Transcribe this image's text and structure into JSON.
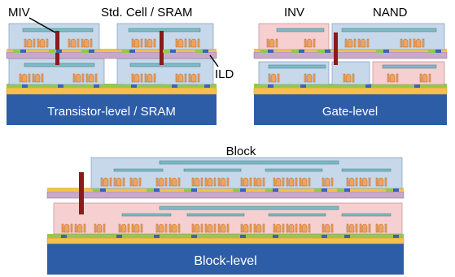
{
  "labels": {
    "miv": "MIV",
    "std_cell_sram": "Std. Cell / SRAM",
    "ild": "ILD",
    "inv": "INV",
    "nand": "NAND",
    "block": "Block"
  },
  "panels": {
    "transistor_level": "Transistor-level / SRAM",
    "gate_level": "Gate-level",
    "block_level": "Block-level"
  },
  "colors": {
    "substrate": "#2e5da8",
    "ild_layer": "#c9a9c9",
    "metal_bar": "#f2c14e",
    "tier_blue": "#c7d8ea",
    "tier_pink": "#f6cfd0",
    "miv": "#8b1a1a",
    "gate_orange": "#f0a35e",
    "diff_green": "#93c94a",
    "diff_blue": "#3b63b8",
    "wire_teal": "#7fb9c4"
  }
}
